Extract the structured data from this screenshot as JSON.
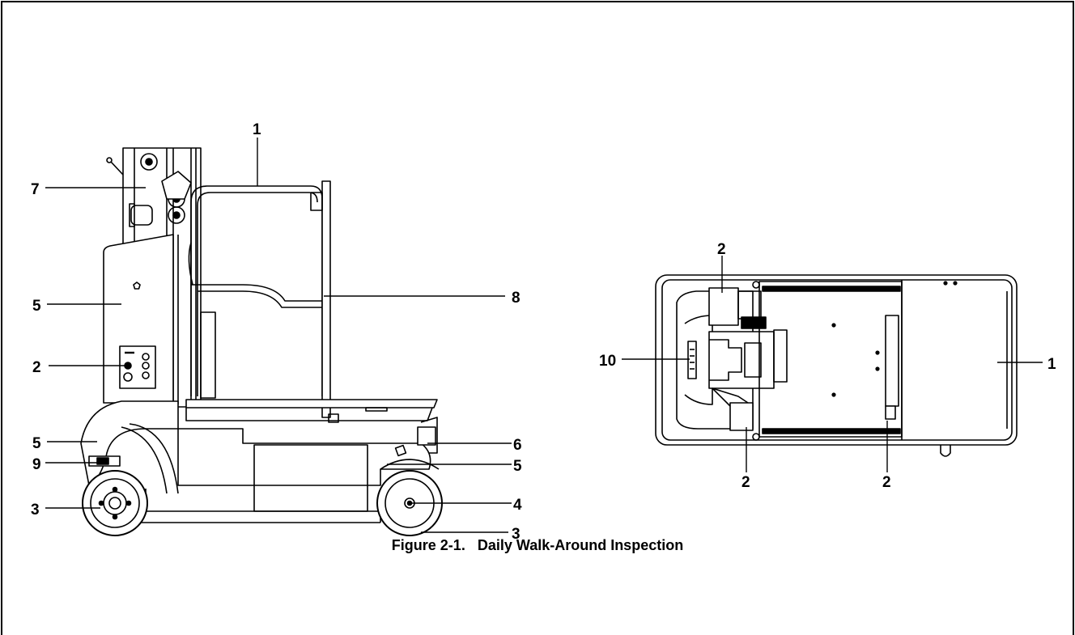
{
  "figure": {
    "number": "Figure 2-1.",
    "title": "Daily Walk-Around Inspection"
  },
  "side_view": {
    "callouts": [
      "1",
      "7",
      "5",
      "8",
      "2",
      "5",
      "6",
      "9",
      "5",
      "3",
      "4",
      "3"
    ]
  },
  "top_view": {
    "callouts": [
      "2",
      "10",
      "1",
      "2",
      "2"
    ]
  }
}
